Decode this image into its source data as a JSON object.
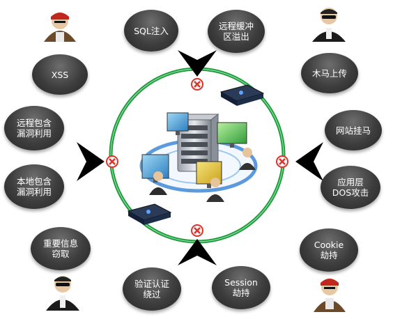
{
  "threats": [
    {
      "id": "sql-injection",
      "label": "SQL注入"
    },
    {
      "id": "remote-buffer-overflow",
      "label": "远程缓冲\n区溢出"
    },
    {
      "id": "xss",
      "label": "XSS"
    },
    {
      "id": "trojan-upload",
      "label": "木马上传"
    },
    {
      "id": "remote-include",
      "label": "远程包含\n漏洞利用"
    },
    {
      "id": "website-trojan",
      "label": "网站挂马"
    },
    {
      "id": "local-include",
      "label": "本地包含\n漏洞利用"
    },
    {
      "id": "app-dos",
      "label": "应用层\nDOS攻击"
    },
    {
      "id": "info-theft",
      "label": "重要信息\n窃取"
    },
    {
      "id": "cookie-hijack",
      "label": "Cookie\n劫持"
    },
    {
      "id": "auth-bypass",
      "label": "验证认证\n绕过"
    },
    {
      "id": "session-hijack",
      "label": "Session\n劫持"
    }
  ],
  "icons": {
    "attacker": "pirate-hacker-icon",
    "spy": "sunglasses-agent-icon",
    "server": "server-stack-icon",
    "firewall": "network-appliance-icon",
    "block": "blocked-x-icon"
  },
  "colors": {
    "bubble": "#3d3d3d",
    "ring": "#1e9b3c",
    "block": "#d9352a",
    "arrow": "#000000"
  }
}
